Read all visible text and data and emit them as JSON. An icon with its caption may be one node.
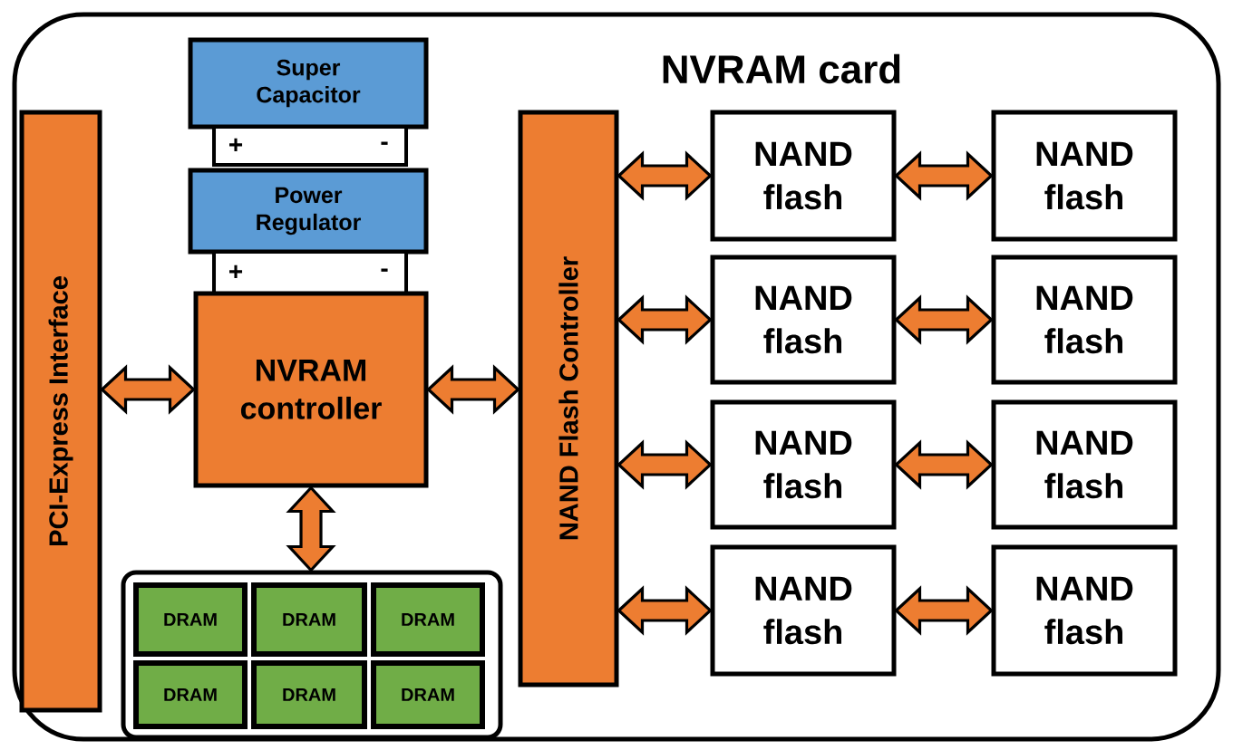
{
  "diagram": {
    "nodes": [
      {
        "text": [
          "NVRAM card"
        ]
      },
      {
        "text": [
          "Super Capacitor"
        ],
        "in": 0
      },
      {
        "text": [
          "+",
          "-"
        ],
        "in": 0
      },
      {
        "text": [
          "Power Regulator"
        ],
        "in": 0
      },
      {
        "text": [
          "+",
          "-"
        ],
        "in": 0
      },
      {
        "text": [
          "PCI-Express Interface"
        ],
        "in": 0
      },
      {
        "text": [
          "NVRAM controller"
        ],
        "in": 0
      },
      {
        "text": [
          "NAND Flash Controller"
        ],
        "in": 0
      },
      {
        "text": [],
        "shape": "box",
        "in": 0
      },
      {
        "text": [
          "DRAM"
        ],
        "in": 8
      },
      {
        "text": [
          "DRAM"
        ],
        "in": 8
      },
      {
        "text": [
          "DRAM"
        ],
        "in": 8
      },
      {
        "text": [
          "DRAM"
        ],
        "in": 8
      },
      {
        "text": [
          "DRAM"
        ],
        "in": 8
      },
      {
        "text": [
          "DRAM"
        ],
        "in": 8
      },
      {
        "text": [
          "NAND flash"
        ],
        "in": 0
      },
      {
        "text": [
          "NAND flash"
        ],
        "in": 0
      },
      {
        "text": [
          "NAND flash"
        ],
        "in": 0
      },
      {
        "text": [
          "NAND flash"
        ],
        "in": 0
      },
      {
        "text": [
          "NAND flash"
        ],
        "in": 0
      },
      {
        "text": [
          "NAND flash"
        ],
        "in": 0
      },
      {
        "text": [
          "NAND flash"
        ],
        "in": 0
      },
      {
        "text": [
          "NAND flash"
        ],
        "in": 0
      }
    ],
    "edges": [
      {
        "from": 5,
        "to": 6,
        "arrow": "both"
      },
      {
        "from": 6,
        "to": 7,
        "arrow": "both"
      },
      {
        "from": 6,
        "to": 8,
        "arrow": "both"
      },
      {
        "from": 7,
        "to": 15,
        "arrow": "both"
      },
      {
        "from": 7,
        "to": 17,
        "arrow": "both"
      },
      {
        "from": 7,
        "to": 19,
        "arrow": "both"
      },
      {
        "from": 7,
        "to": 21,
        "arrow": "both"
      },
      {
        "from": 15,
        "to": 16,
        "arrow": "both"
      },
      {
        "from": 17,
        "to": 18,
        "arrow": "both"
      },
      {
        "from": 19,
        "to": 20,
        "arrow": "both"
      },
      {
        "from": 21,
        "to": 22,
        "arrow": "both"
      }
    ]
  }
}
